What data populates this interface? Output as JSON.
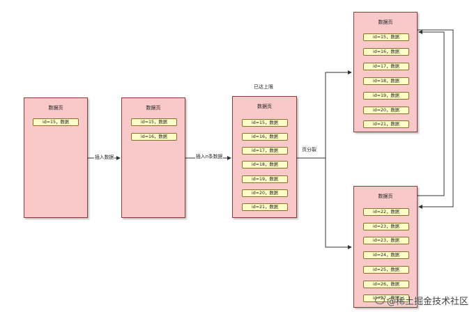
{
  "pages": [
    {
      "title": "数据页",
      "records": [
        "id=15，数据"
      ]
    },
    {
      "title": "数据页",
      "records": [
        "id=15，数据",
        "id=16，数据"
      ]
    },
    {
      "title": "数据页",
      "records": [
        "id=15，数据",
        "id=16，数据",
        "id=17，数据",
        "id=18，数据",
        "id=19，数据",
        "id=20，数据",
        "id=21，数据"
      ]
    },
    {
      "title": "数据页",
      "records": [
        "id=15，数据",
        "id=16，数据",
        "id=17，数据",
        "id=18，数据",
        "id=19，数据",
        "id=20，数据",
        "id=21，数据"
      ]
    },
    {
      "title": "数据页",
      "records": [
        "id=22，数据",
        "id=23，数据",
        "id=23，数据",
        "id=24，数据",
        "id=25，数据",
        "id=26，数据",
        "id=27，数据"
      ]
    }
  ],
  "labels": {
    "insert_one": "插入数据",
    "insert_n": "插入n条数据",
    "reached_limit": "已达上限",
    "page_split": "页分裂"
  },
  "watermark": "@稀土掘金技术社区",
  "colors": {
    "page_fill": "#f9c9c9",
    "page_border": "#8b3a3a",
    "record_fill": "#fdfdc8",
    "record_border": "#8b6d2a",
    "arrow": "#333333"
  }
}
